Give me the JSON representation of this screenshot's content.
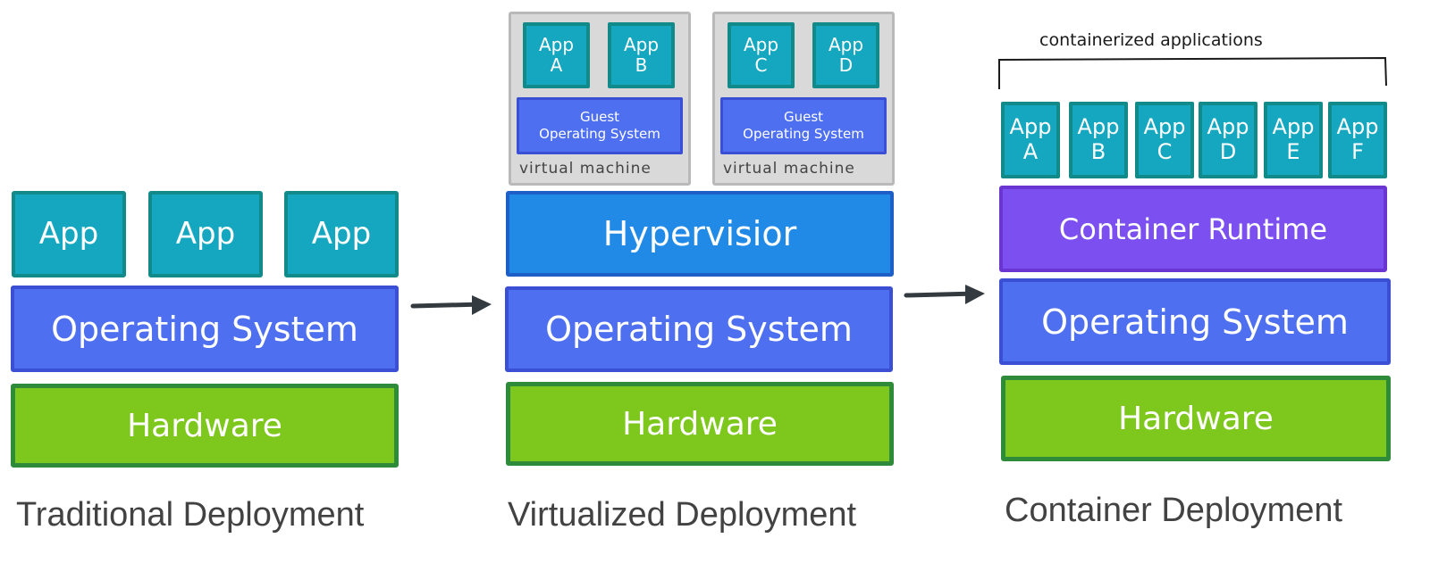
{
  "traditional": {
    "caption": "Traditional Deployment",
    "apps": [
      "App",
      "App",
      "App"
    ],
    "os": "Operating System",
    "hardware": "Hardware"
  },
  "virtualized": {
    "caption": "Virtualized Deployment",
    "vms": [
      {
        "apps": [
          {
            "name": "App",
            "letter": "A"
          },
          {
            "name": "App",
            "letter": "B"
          }
        ],
        "guest_line1": "Guest",
        "guest_line2": "Operating System",
        "label": "virtual machine"
      },
      {
        "apps": [
          {
            "name": "App",
            "letter": "C"
          },
          {
            "name": "App",
            "letter": "D"
          }
        ],
        "guest_line1": "Guest",
        "guest_line2": "Operating System",
        "label": "virtual machine"
      }
    ],
    "hypervisor": "Hypervisior",
    "os": "Operating System",
    "hardware": "Hardware"
  },
  "container": {
    "caption": "Container Deployment",
    "brace_label": "containerized applications",
    "apps": [
      {
        "name": "App",
        "letter": "A"
      },
      {
        "name": "App",
        "letter": "B"
      },
      {
        "name": "App",
        "letter": "C"
      },
      {
        "name": "App",
        "letter": "D"
      },
      {
        "name": "App",
        "letter": "E"
      },
      {
        "name": "App",
        "letter": "F"
      }
    ],
    "runtime": "Container Runtime",
    "os": "Operating System",
    "hardware": "Hardware"
  },
  "colors": {
    "app": "#16a7c0",
    "os": "#4d6ff0",
    "hardware": "#7ec71d",
    "hypervisor": "#2189e6",
    "runtime": "#7c4ff0",
    "vm_box": "#d9d9d9",
    "arrow": "#333a40"
  },
  "icons": [
    "right-arrow-icon",
    "right-arrow-icon"
  ]
}
